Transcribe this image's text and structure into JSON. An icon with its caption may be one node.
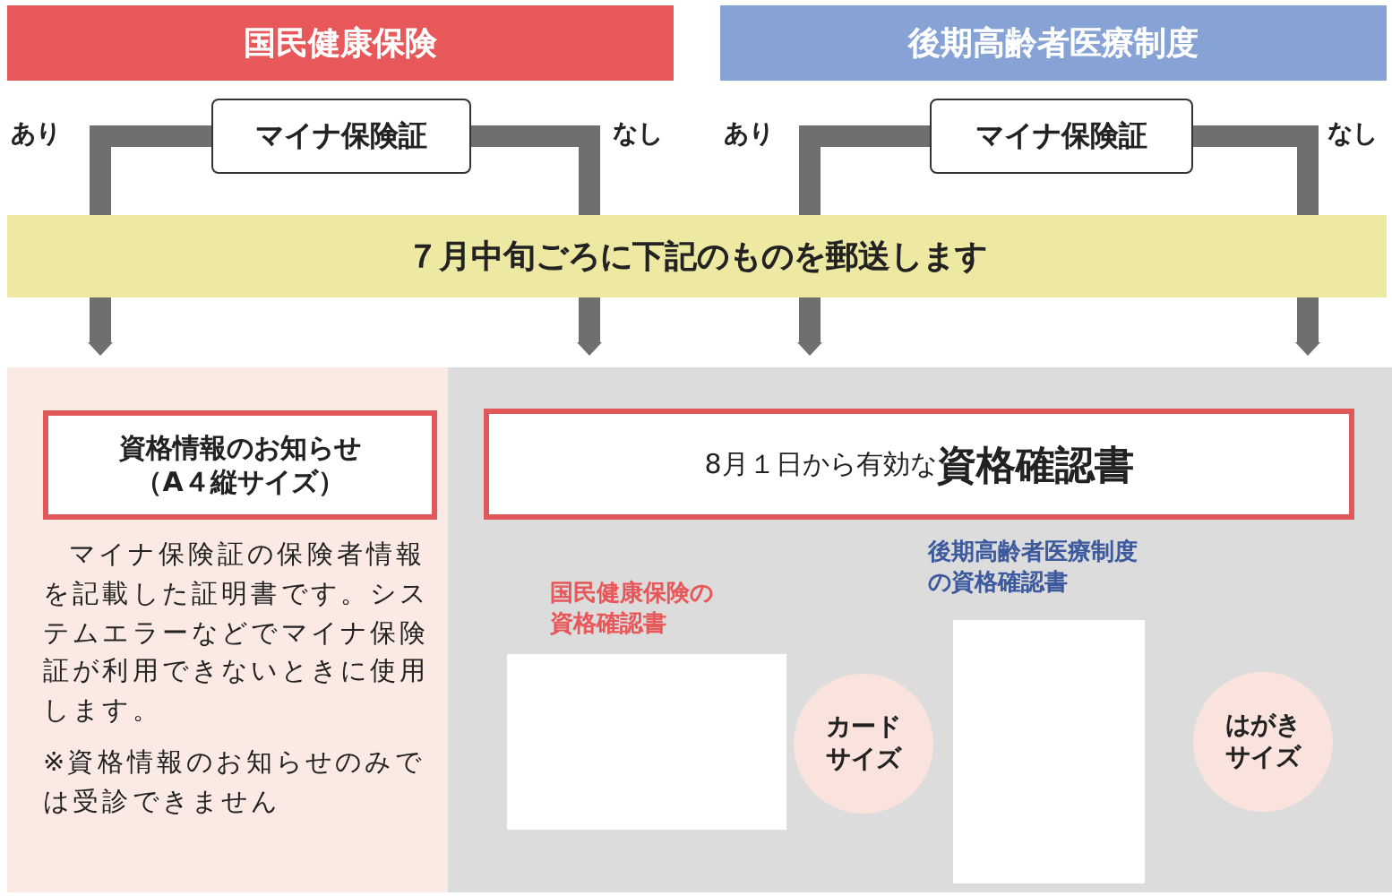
{
  "diagram": {
    "nodes": [
      {
        "text": [
          "国民健康保険"
        ]
      },
      {
        "text": [
          "後期高齢者医療制度"
        ]
      },
      {
        "text": [
          "マイナ保険証"
        ]
      },
      {
        "text": [
          "マイナ保険証"
        ]
      },
      {
        "text": [
          "７月中旬ごろに下記のものを郵送します"
        ]
      },
      {
        "text": [
          "マイナ保険証の保険者情報を記載した証明書です。システムエラーなどでマイナ保険証が利用できないときに使用します。",
          "※資格情報のお知らせのみでは受診できません"
        ]
      },
      {
        "text": [
          "資格情報のお知らせ（A４縦サイズ）"
        ],
        "in": 5
      },
      {
        "text": [],
        "shape": "box"
      },
      {
        "text": [
          "8月１日から有効な**資格確認書**"
        ],
        "in": 7
      },
      {
        "text": [
          "国民健康保険の資格確認書"
        ],
        "in": 7
      },
      {
        "text": [
          "カードサイズ"
        ],
        "in": 7
      },
      {
        "text": [
          "後期高齢者医療制度の資格確認書"
        ],
        "in": 7
      },
      {
        "text": [
          "はがきサイズ"
        ],
        "in": 7
      }
    ],
    "edges": [
      {
        "from": 2,
        "to": 4,
        "arrow": "none",
        "label": "あり"
      },
      {
        "from": 2,
        "to": 4,
        "arrow": "none",
        "label": "なし"
      },
      {
        "from": 3,
        "to": 4,
        "arrow": "none",
        "label": "あり"
      },
      {
        "from": 3,
        "to": 4,
        "arrow": "none",
        "label": "なし"
      },
      {
        "from": 4,
        "to": 5,
        "arrow": "to"
      },
      {
        "from": 4,
        "to": 7,
        "arrow": "to"
      },
      {
        "from": 4,
        "to": 7,
        "arrow": "to"
      },
      {
        "from": 4,
        "to": 7,
        "arrow": "to"
      }
    ]
  }
}
